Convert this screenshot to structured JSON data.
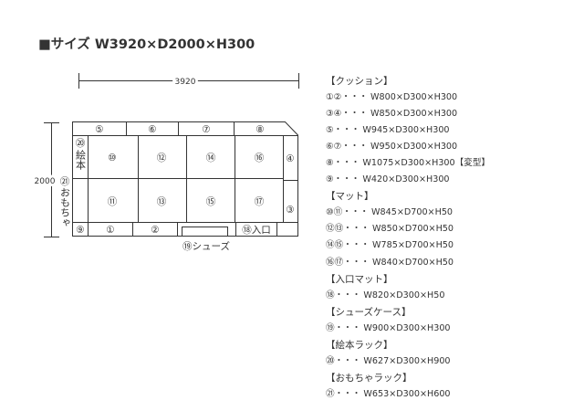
{
  "title": "■サイズ W3920×D2000×H300",
  "dimensions": {
    "width": "3920",
    "depth": "2000"
  },
  "layout": {
    "back_row": [
      "⑤",
      "⑥",
      "⑦",
      "⑧"
    ],
    "mats_top": [
      "⑩",
      "⑫",
      "⑭",
      "⑯"
    ],
    "mats_bottom": [
      "⑪",
      "⑬",
      "⑮",
      "⑰"
    ],
    "front_row": [
      "⑨",
      "①",
      "②"
    ],
    "right_column": [
      "④",
      "③"
    ],
    "picture_book_rack": {
      "number": "⑳",
      "label": "絵本"
    },
    "toy_rack": {
      "number": "㉑",
      "label": "おもちゃ"
    },
    "entrance_mat": "⑱入口",
    "shoe_case": "⑲シューズ"
  },
  "spec_list": [
    {
      "kind": "head",
      "text": "【クッション】"
    },
    {
      "kind": "item",
      "text": "①②・・・ W800×D300×H300"
    },
    {
      "kind": "item",
      "text": "③④・・・ W850×D300×H300"
    },
    {
      "kind": "item",
      "text": "⑤・・・ W945×D300×H300"
    },
    {
      "kind": "item",
      "text": "⑥⑦・・・ W950×D300×H300"
    },
    {
      "kind": "item",
      "text": "⑧・・・ W1075×D300×H300【変型】"
    },
    {
      "kind": "item",
      "text": "⑨・・・ W420×D300×H300"
    },
    {
      "kind": "head",
      "text": "【マット】"
    },
    {
      "kind": "item",
      "text": "⑩⑪・・・ W845×D700×H50"
    },
    {
      "kind": "item",
      "text": "⑫⑬・・・ W850×D700×H50"
    },
    {
      "kind": "item",
      "text": "⑭⑮・・・ W785×D700×H50"
    },
    {
      "kind": "item",
      "text": "⑯⑰・・・ W840×D700×H50"
    },
    {
      "kind": "head",
      "text": "【入口マット】"
    },
    {
      "kind": "item",
      "text": "⑱・・・ W820×D300×H50"
    },
    {
      "kind": "head",
      "text": "【シューズケース】"
    },
    {
      "kind": "item",
      "text": "⑲・・・ W900×D300×H300"
    },
    {
      "kind": "head",
      "text": "【絵本ラック】"
    },
    {
      "kind": "item",
      "text": "⑳・・・ W627×D300×H900"
    },
    {
      "kind": "head",
      "text": "【おもちゃラック】"
    },
    {
      "kind": "item",
      "text": "㉑・・・ W653×D300×H600"
    }
  ]
}
